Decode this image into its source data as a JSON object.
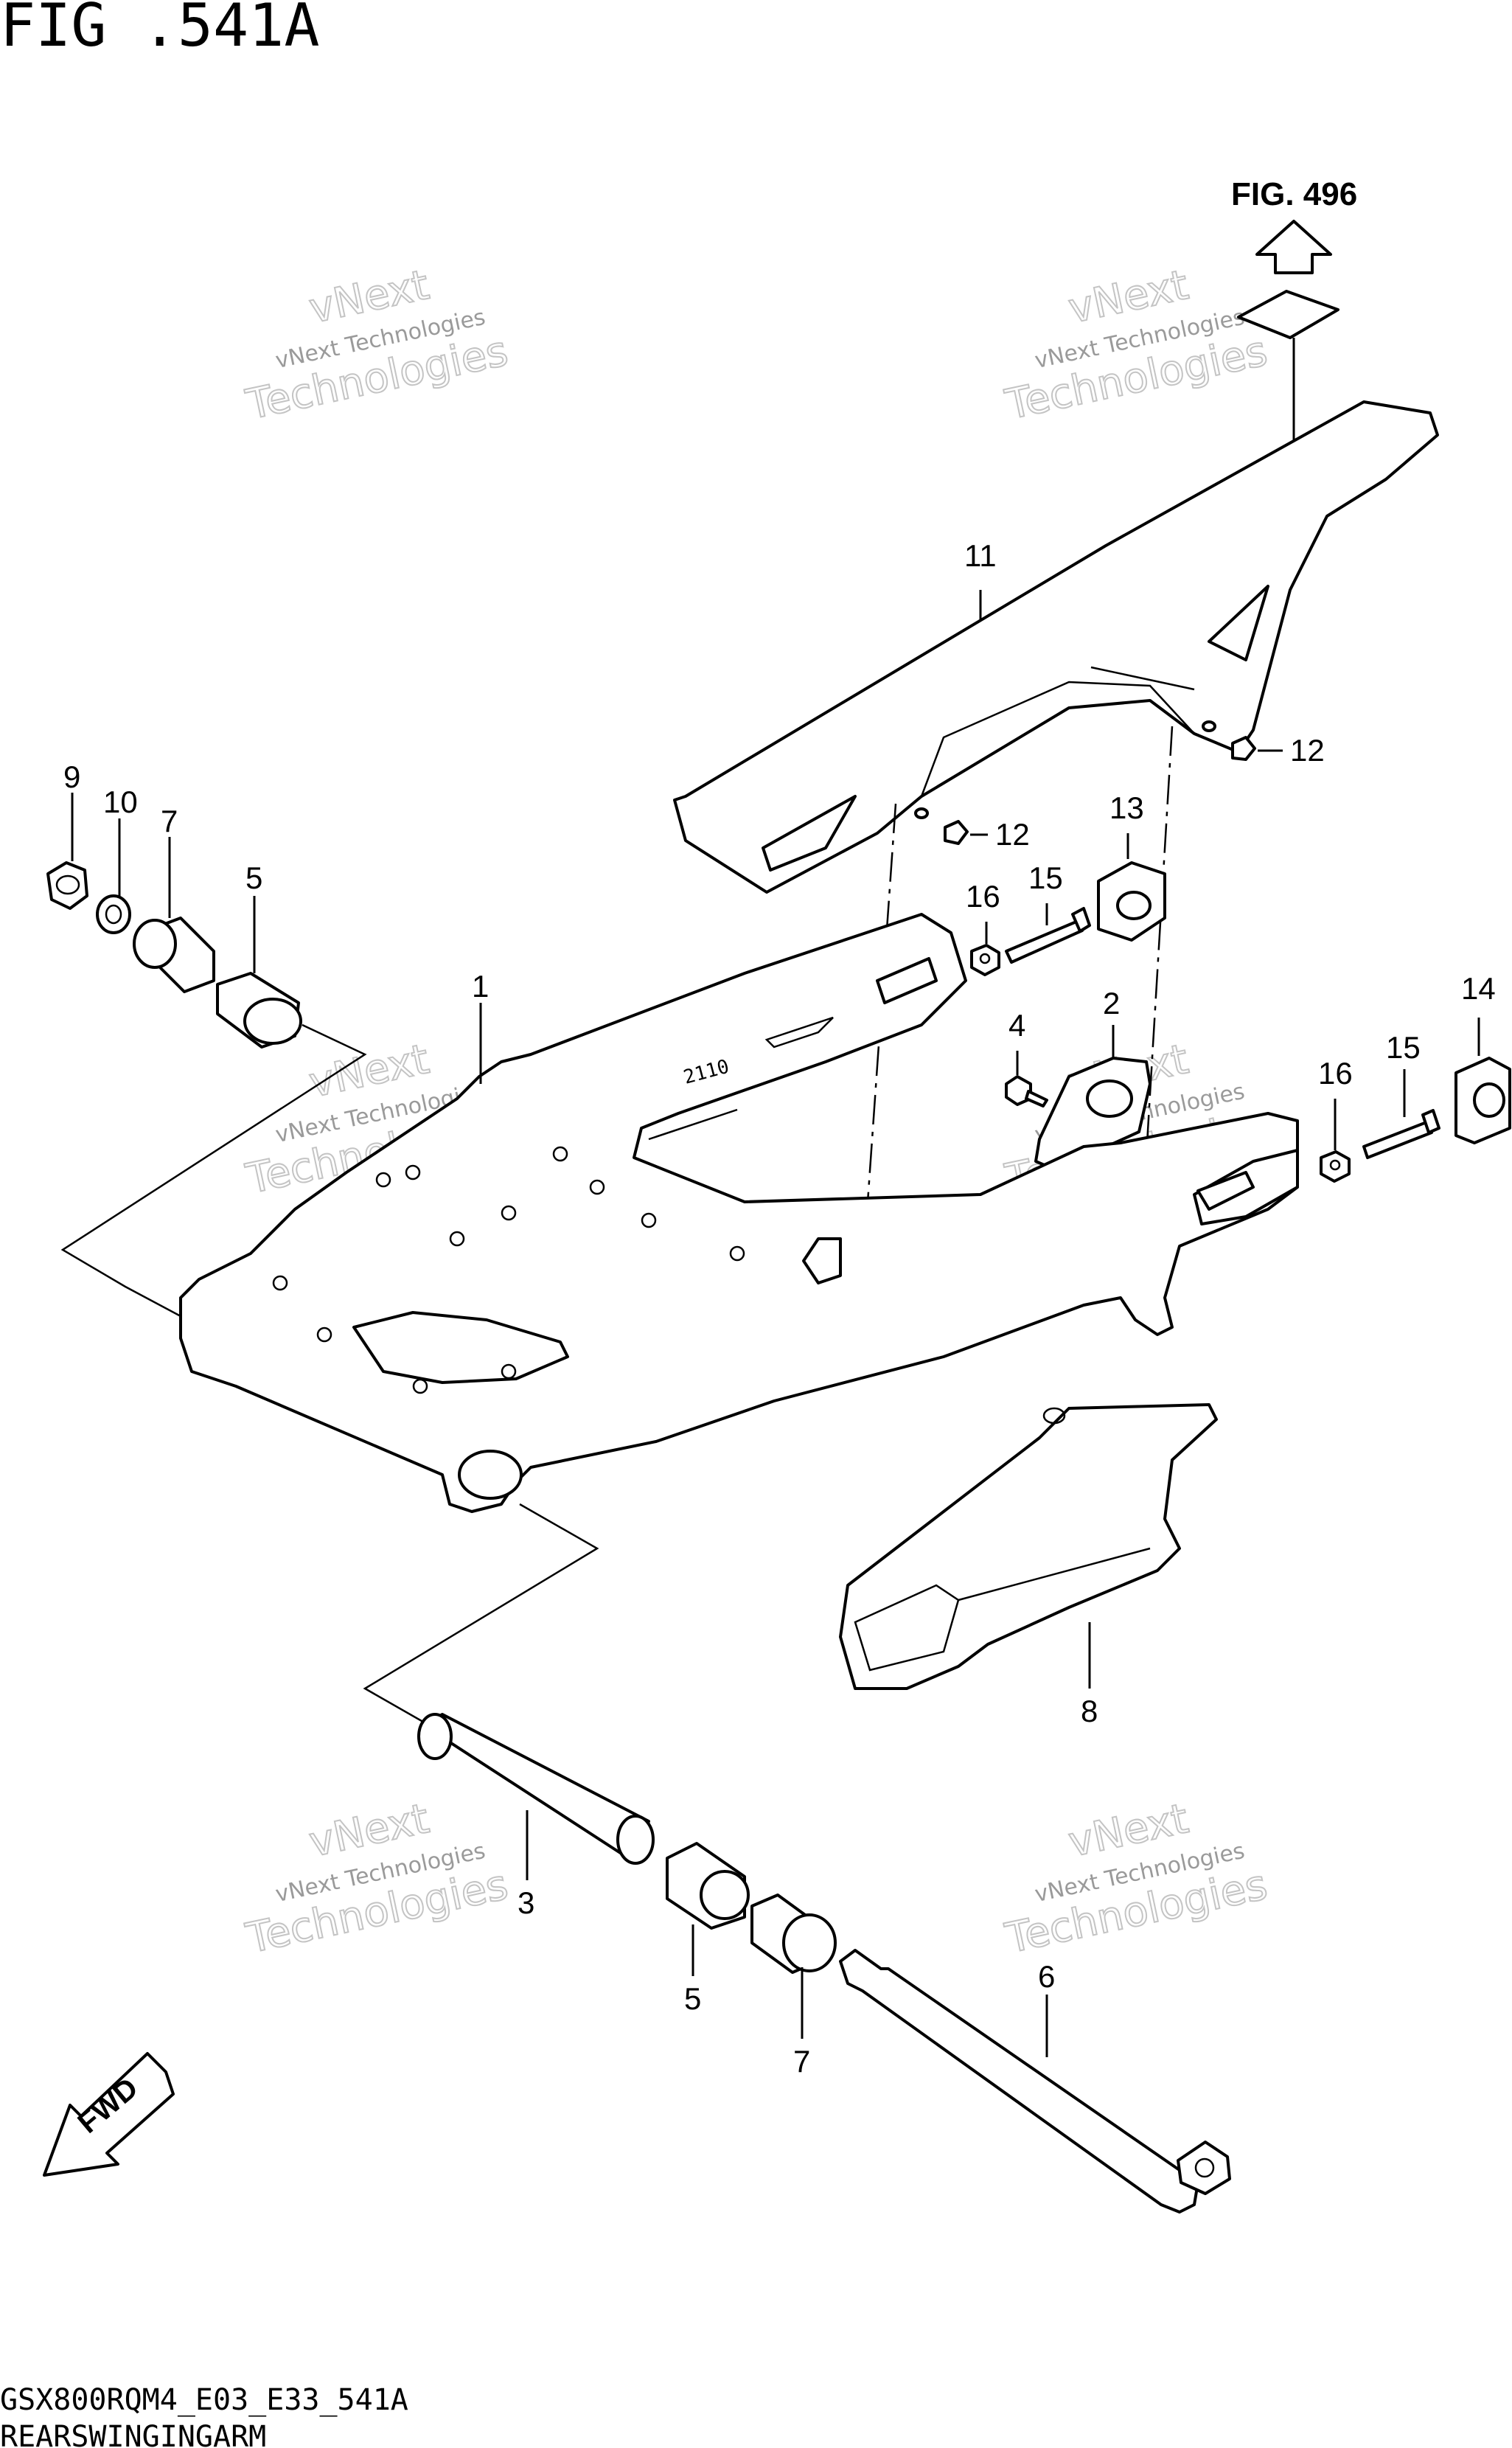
{
  "figure": {
    "title": "FIG .541A",
    "reference_label": "FIG. 496",
    "footer_code": "GSX800RQM4_E03_E33_541A",
    "footer_caption": "REARSWINGINGARM",
    "fwd_label": "FWD"
  },
  "watermark": {
    "line1": "vNext Technologies",
    "line2": "vNext",
    "line3": "Technologies"
  },
  "callouts": {
    "c1": "1",
    "c2": "2",
    "c3": "3",
    "c4": "4",
    "c5a": "5",
    "c5b": "5",
    "c6": "6",
    "c7a": "7",
    "c7b": "7",
    "c8": "8",
    "c9": "9",
    "c10": "10",
    "c11": "11",
    "c12a": "12",
    "c12b": "12",
    "c13": "13",
    "c14": "14",
    "c15a": "15",
    "c15b": "15",
    "c16a": "16",
    "c16b": "16"
  }
}
